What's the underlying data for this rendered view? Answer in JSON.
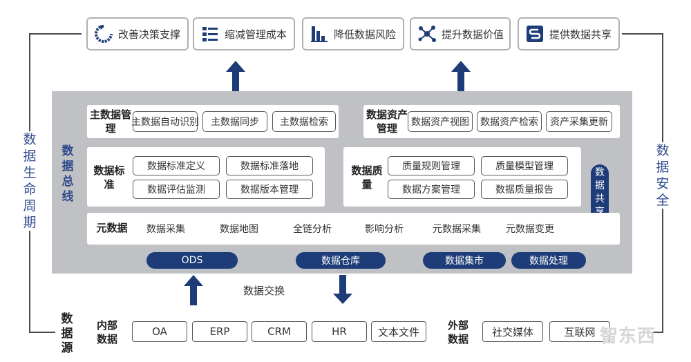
{
  "sides": {
    "lifecycle": "数据生命周期",
    "security": "数据安全",
    "source": "数据源"
  },
  "benefits": [
    {
      "label": "改善决策支撑",
      "icon": "refresh-circle-icon"
    },
    {
      "label": "缩减管理成本",
      "icon": "list-icon"
    },
    {
      "label": "降低数据风险",
      "icon": "bar-chart-icon"
    },
    {
      "label": "提升数据价值",
      "icon": "network-nodes-icon"
    },
    {
      "label": "提供数据共享",
      "icon": "share-s-icon"
    }
  ],
  "bus": {
    "label": "数据总线"
  },
  "master_data": {
    "title": "主数据管理",
    "items": [
      "主数据自动识别",
      "主数据同步",
      "主数据检索"
    ]
  },
  "asset": {
    "title": "数据资产管理",
    "items": [
      "数据资产视图",
      "数据资产检索",
      "资产采集更新"
    ]
  },
  "standard": {
    "title": "数据标准",
    "items": [
      "数据标准定义",
      "数据标准落地",
      "数据评估监测",
      "数据版本管理"
    ]
  },
  "quality": {
    "title": "数据质量",
    "items": [
      "质量规则管理",
      "质量模型管理",
      "数据方案管理",
      "数据质量报告"
    ]
  },
  "share": {
    "label": "数据共享"
  },
  "metadata": {
    "title": "元数据",
    "items": [
      "数据采集",
      "数据地图",
      "全链分析",
      "影响分析",
      "元数据采集",
      "元数据变更"
    ]
  },
  "storage": [
    "ODS",
    "数据仓库",
    "数据集市",
    "数据处理"
  ],
  "exchange": {
    "label": "数据交换"
  },
  "internal": {
    "label": "内部数据",
    "items": [
      "OA",
      "ERP",
      "CRM",
      "HR",
      "文本文件"
    ]
  },
  "external": {
    "label": "外部数据",
    "items": [
      "社交媒体",
      "互联网"
    ]
  },
  "watermark": "智东西",
  "colors": {
    "navy": "#1d3c78",
    "accent_text": "#2f4a8c",
    "panel_bg": "#bfc1c4"
  }
}
